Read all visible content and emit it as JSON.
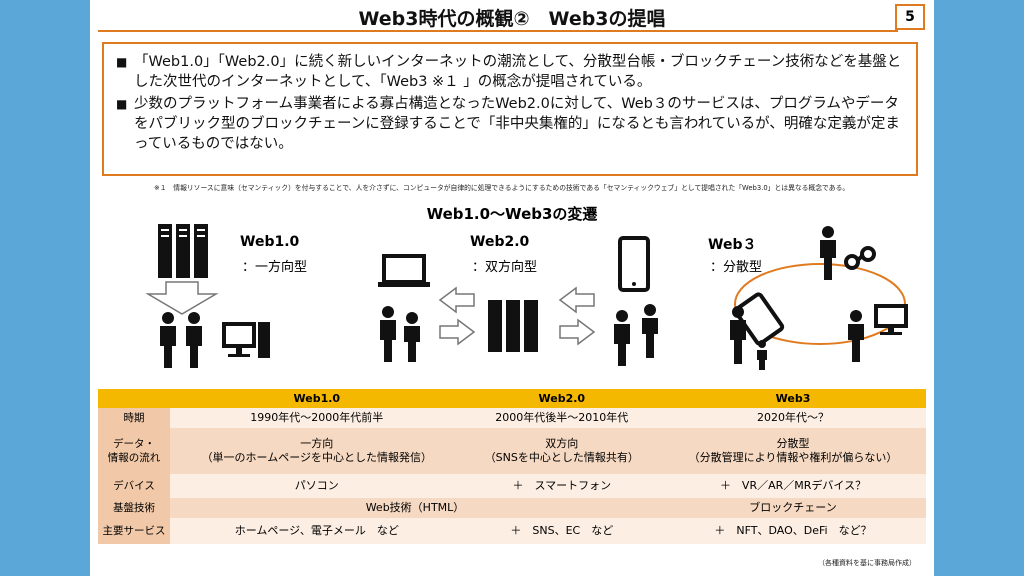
{
  "title": "Web3時代の概観②　Web3の提唱",
  "page_number": "5",
  "bullets": [
    "「Web1.0」「Web2.0」に続く新しいインターネットの潮流として、分散型台帳・ブロックチェーン技術などを基盤とした次世代のインターネットとして、「Web3 ※１ 」の概念が提唱されている。",
    "少数のプラットフォーム事業者による寡占構造となったWeb2.0に対して、Web３のサービスは、プログラムやデータをパブリック型のブロックチェーンに登録することで「非中央集権的」になるとも言われているが、明確な定義が定まっているものではない。"
  ],
  "footnote": "※１　情報リソースに意味（セマンティック）を付与することで、人を介さずに、コンピュータが自律的に処理できるようにするための技術である「セマンティックウェブ」として提唱された「Web3.0」とは異なる概念である。",
  "diagram": {
    "subtitle": "Web1.0～Web3の変遷",
    "web1": {
      "name": "Web1.0",
      "desc": "：一方向型"
    },
    "web2": {
      "name": "Web2.0",
      "desc": "：双方向型"
    },
    "web3": {
      "name": "Web３",
      "desc": "：分散型"
    }
  },
  "table": {
    "headers": [
      "",
      "Web1.0",
      "Web2.0",
      "Web3"
    ],
    "rows": [
      {
        "label": "時期",
        "cells": [
          "1990年代～2000年代前半",
          "2000年代後半～2010年代",
          "2020年代～？"
        ]
      },
      {
        "label1": "データ・",
        "label2": "情報の流れ",
        "cells": [
          [
            "一方向",
            "（単一のホームページを中心とした情報発信）"
          ],
          [
            "双方向",
            "（SNSを中心とした情報共有）"
          ],
          [
            "分散型",
            "（分散管理により情報や権利が偏らない）"
          ]
        ]
      },
      {
        "label": "デバイス",
        "cells": [
          "パソコン",
          "＋　スマートフォン",
          "＋　VR／AR／MRデバイス？"
        ]
      },
      {
        "label": "基盤技術",
        "cells": [
          "Web技術（HTML）",
          "ブロックチェーン"
        ]
      },
      {
        "label": "主要サービス",
        "cells": [
          "ホームページ、電子メール　など",
          "＋　SNS、EC　など",
          "＋　NFT、DAO、DeFi　など？"
        ]
      }
    ]
  },
  "source": "（各種資料を基に事務局作成）",
  "colors": {
    "accent": "#e07a1f",
    "table_header": "#f5b800",
    "background": "#5aa7d8"
  }
}
